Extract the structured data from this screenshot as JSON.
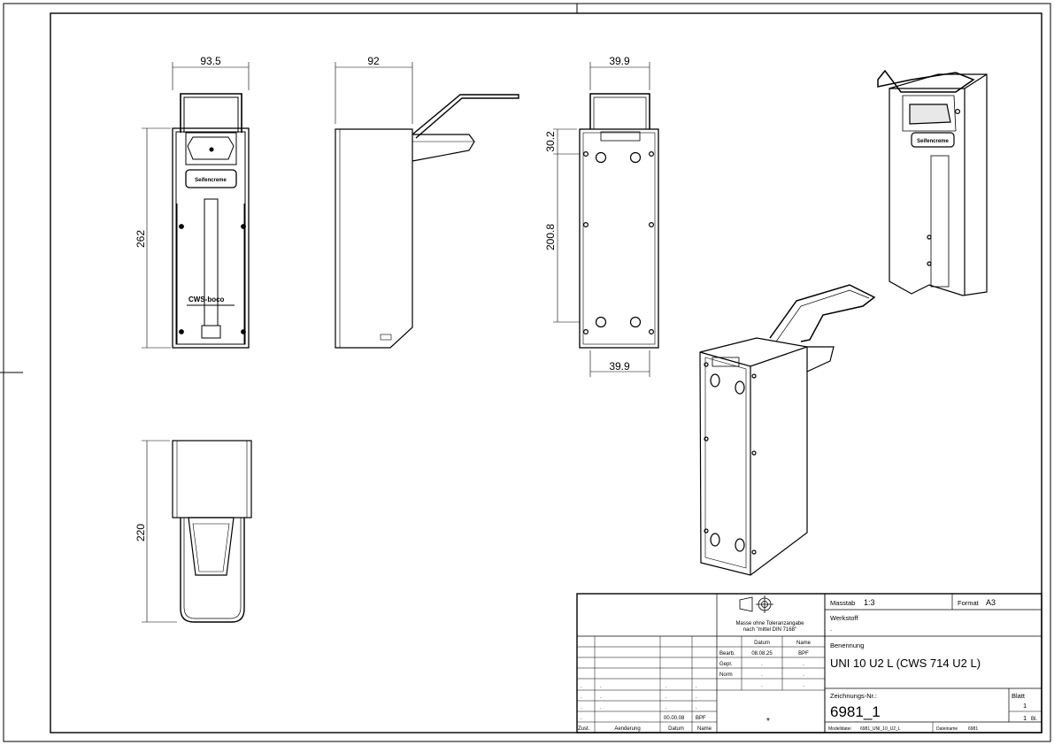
{
  "dimensions": {
    "front_width": "93.5",
    "front_height": "262",
    "side_depth": "92",
    "rear_top_width": "39.9",
    "rear_top_offset": "30.2",
    "rear_vertical": "200.8",
    "rear_bottom_width": "39.9",
    "top_depth": "220"
  },
  "product_labels": {
    "plate_text": "Seifencreme",
    "logo_text": "CWS-boco"
  },
  "title_block": {
    "scale_label": "Masstab",
    "scale_value": "1:3",
    "format_label": "Format",
    "format_value": "A3",
    "material_label": "Werkstoff",
    "material_value": ".",
    "tolerance_note_line1": "Masse ohne Toleranzangabe",
    "tolerance_note_line2": "nach \"mittel DIN 7168\"",
    "date_header": "Datum",
    "name_header": "Name",
    "bearb_label": "Bearb.",
    "bearb_date": "08.08.25",
    "bearb_name": "BPF",
    "gepr_label": "Gepr.",
    "gepr_date": ".",
    "gepr_name": ".",
    "norm_label": "Norm",
    "norm_date": ".",
    "norm_name": ".",
    "designation_label": "Benennung",
    "designation_value": "UNI 10 U2 L (CWS 714 U2 L)",
    "drawing_no_label": "Zeichnungs-Nr.:",
    "drawing_no_value": "6981_1",
    "sheet_label": "Blatt",
    "sheet_value": "1",
    "sheets_total": "1",
    "sheets_suffix": "Bl.",
    "rev_date": "00.00.08",
    "rev_name": "BPF",
    "zust_label": "Zust.",
    "change_label": "Aenderung",
    "datum_label": "Datum",
    "name_label": "Name",
    "star": "*",
    "model_label": "Modelldatei",
    "model_value": "6981_UNI_10_U2_L",
    "file_label": "Dateiname",
    "file_value": "6981",
    "dot": "."
  },
  "colors": {
    "line": "#000000",
    "paper": "#ffffff",
    "fill_light": "#f2f2f2"
  }
}
